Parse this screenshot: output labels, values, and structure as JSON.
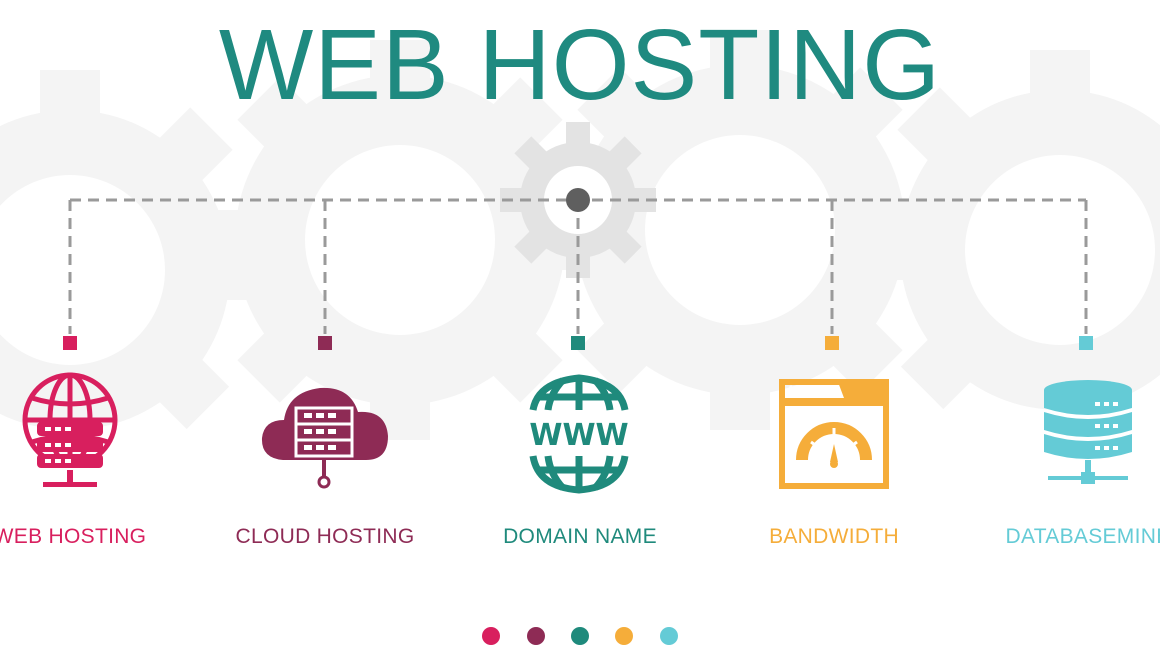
{
  "title": "WEB HOSTING",
  "colors": {
    "title": "#1f8a80",
    "connector": "#9a9a9a",
    "hub": "#5f5f5f",
    "background_gear": "#f2f2f2",
    "center_gear": "#e3e3e3"
  },
  "items": [
    {
      "label": "WEB HOSTING",
      "color": "#d81f5e",
      "icon": "globe-server-icon"
    },
    {
      "label": "CLOUD HOSTING",
      "color": "#8e2b55",
      "icon": "cloud-server-icon"
    },
    {
      "label": "DOMAIN NAME",
      "color": "#1f8a7c",
      "icon": "www-globe-icon"
    },
    {
      "label": "BANDWIDTH",
      "color": "#f5ad3a",
      "icon": "speedometer-window-icon"
    },
    {
      "label": "DATABASEMINE",
      "color": "#64cbd6",
      "icon": "database-network-icon"
    }
  ]
}
